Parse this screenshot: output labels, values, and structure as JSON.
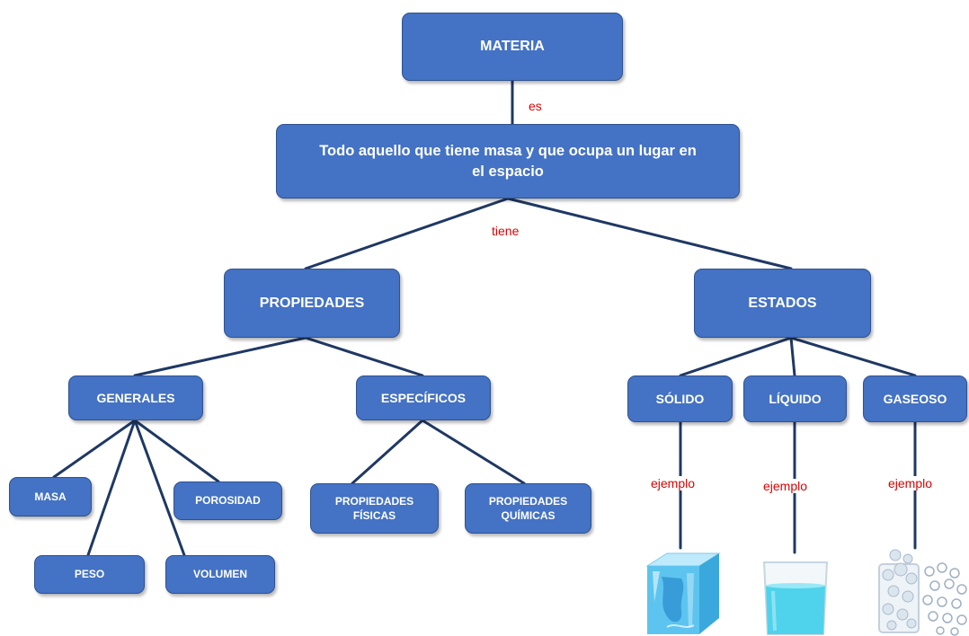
{
  "nodes": {
    "materia": "MATERIA",
    "definition": "Todo aquello que tiene masa y que ocupa un lugar en el espacio",
    "propiedades": "PROPIEDADES",
    "estados": "ESTADOS",
    "generales": "GENERALES",
    "especificos": "ESPECÍFICOS",
    "masa": "MASA",
    "peso": "PESO",
    "volumen": "VOLUMEN",
    "porosidad": "POROSIDAD",
    "prop_fisicas": "PROPIEDADES FÍSICAS",
    "prop_quimicas": "PROPIEDADES QUÍMICAS",
    "solido": "SÓLIDO",
    "liquido": "LÍQUIDO",
    "gaseoso": "GASEOSO"
  },
  "links": {
    "es": "es",
    "tiene": "tiene",
    "ejemplo_solido": "ejemplo",
    "ejemplo_liquido": "ejemplo",
    "ejemplo_gaseoso": "ejemplo"
  },
  "colors": {
    "node_fill": "#4472c4",
    "node_border": "#2f528f",
    "connector": "#1f3864",
    "link_label": "#e00000"
  },
  "icons": [
    "ice-cube-icon",
    "water-glass-icon",
    "gas-particles-icon"
  ]
}
